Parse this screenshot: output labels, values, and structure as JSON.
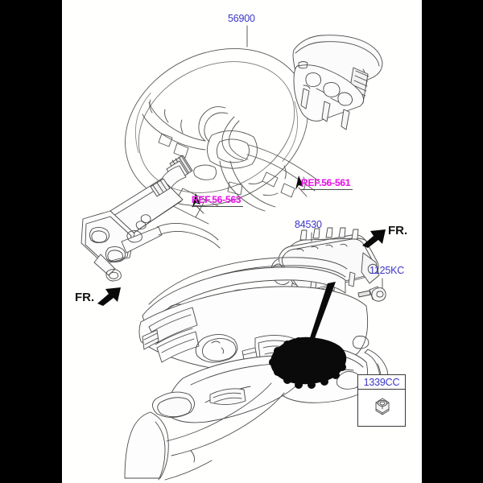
{
  "diagram": {
    "title": "Airbag System Exploded Parts Diagram",
    "background_color": "#000000",
    "canvas_color": "#fffffd",
    "part_number_color": "#3a34c8",
    "reference_color": "#e81ee8",
    "line_color": "#3a3a3a"
  },
  "callouts": {
    "driver_airbag": {
      "number": "56900",
      "name": "driver-airbag-module"
    },
    "passenger_airbag": {
      "number": "84530",
      "name": "passenger-airbag-module"
    },
    "bolt": {
      "number": "1125KC",
      "name": "mounting-bolt"
    },
    "nut": {
      "number": "1339CC",
      "name": "mounting-nut"
    }
  },
  "references": {
    "steering_wheel": {
      "label": "REF.56-561",
      "name": "steering-wheel-reference"
    },
    "steering_column": {
      "label": "REF.56-563",
      "name": "steering-column-reference"
    }
  },
  "orientation_markers": {
    "front_left": {
      "label": "FR.",
      "direction": "up-right"
    },
    "front_right": {
      "label": "FR.",
      "direction": "up-right"
    }
  },
  "components": {
    "steering_wheel": "steering-wheel",
    "steering_column": "steering-column-assembly",
    "instrument_panel": "instrument-panel-dashboard",
    "airbag_deploy_zone": "passenger-airbag-deployment-zone"
  }
}
